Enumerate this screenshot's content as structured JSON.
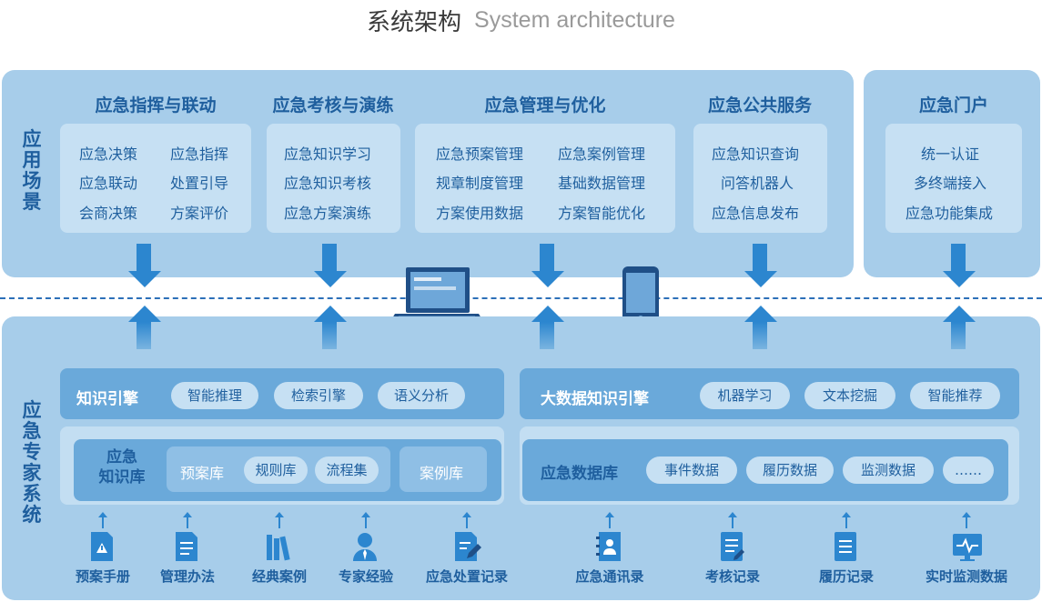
{
  "title": {
    "zh": "系统架构",
    "en": "System architecture"
  },
  "app_layer": {
    "label": "应用场景",
    "groups": [
      {
        "title": "应急指挥与联动",
        "items": [
          "应急决策",
          "应急指挥",
          "应急联动",
          "处置引导",
          "会商决策",
          "方案评价"
        ]
      },
      {
        "title": "应急考核与演练",
        "items": [
          "应急知识学习",
          "应急知识考核",
          "应急方案演练"
        ]
      },
      {
        "title": "应急管理与优化",
        "items": [
          "应急预案管理",
          "应急案例管理",
          "规章制度管理",
          "基础数据管理",
          "方案使用数据",
          "方案智能优化"
        ]
      },
      {
        "title": "应急公共服务",
        "items": [
          "应急知识查询",
          "问答机器人",
          "应急信息发布"
        ]
      }
    ],
    "portal": {
      "title": "应急门户",
      "items": [
        "统一认证",
        "多终端接入",
        "应急功能集成"
      ]
    }
  },
  "expert_system": {
    "label": "应急专家系统",
    "knowledge_engine": {
      "title": "知识引擎",
      "pills": [
        "智能推理",
        "检索引擎",
        "语义分析"
      ]
    },
    "bigdata_engine": {
      "title": "大数据知识引擎",
      "pills": [
        "机器学习",
        "文本挖掘",
        "智能推荐"
      ]
    },
    "knowledge_base": {
      "title": "应急知识库",
      "title_line1": "应急",
      "title_line2": "知识库",
      "inner": [
        "预案库",
        "规则库",
        "流程集"
      ],
      "case": "案例库"
    },
    "database": {
      "title": "应急数据库",
      "pills": [
        "事件数据",
        "履历数据",
        "监测数据",
        "……"
      ]
    }
  },
  "sources": [
    {
      "label": "预案手册",
      "icon": "warning-doc-icon"
    },
    {
      "label": "管理办法",
      "icon": "document-icon"
    },
    {
      "label": "经典案例",
      "icon": "books-icon"
    },
    {
      "label": "专家经验",
      "icon": "expert-icon"
    },
    {
      "label": "应急处置记录",
      "icon": "edit-doc-icon"
    },
    {
      "label": "应急通讯录",
      "icon": "contacts-icon"
    },
    {
      "label": "考核记录",
      "icon": "checklist-icon"
    },
    {
      "label": "履历记录",
      "icon": "record-icon"
    },
    {
      "label": "实时监测数据",
      "icon": "monitor-icon"
    }
  ],
  "colors": {
    "panel": "#a7cdea",
    "subbox": "#c6e0f3",
    "bar": "#6aa9da",
    "accent": "#2c86cf",
    "text": "#1f5f9e"
  }
}
